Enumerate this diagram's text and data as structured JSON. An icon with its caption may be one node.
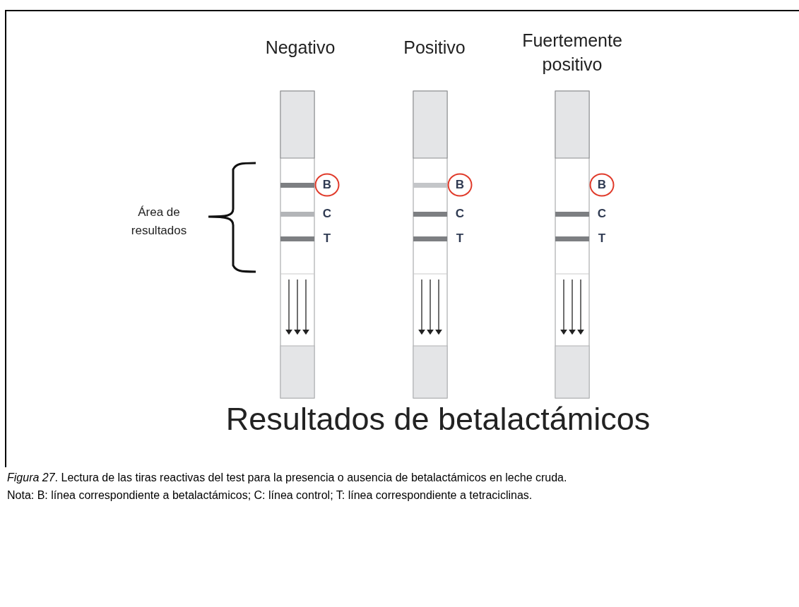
{
  "diagram": {
    "title": "Resultados de betalactámicos",
    "caption": "*Figura 27*. Lectura de las tiras reactivas del test para la presencia o ausencia de betalactámicos en leche cruda.",
    "labels": [
      "Negativo",
      "Positivo",
      "Fuertemente positivo",
      "Área de resultados",
      "B",
      "C",
      "T",
      "B",
      "C",
      "T",
      "B",
      "C",
      "T",
      "Nota: B: línea correspondiente a betalactámicos; C: línea control; T: línea correspondiente a tetraciclinas."
    ]
  }
}
